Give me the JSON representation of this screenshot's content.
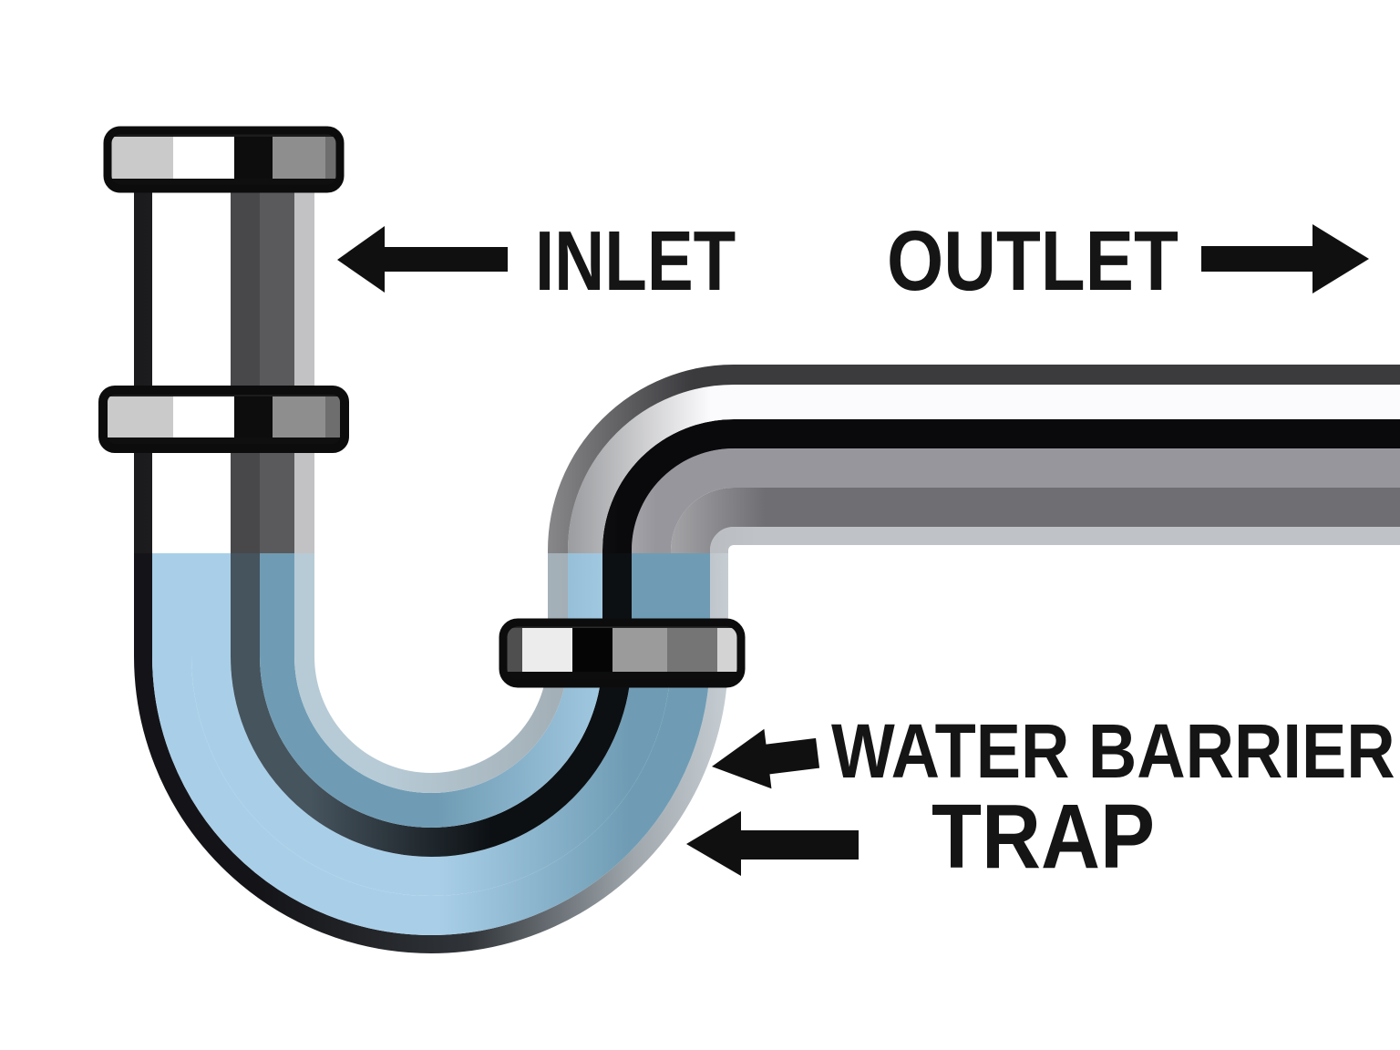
{
  "diagram": {
    "title": "P-trap pipe diagram",
    "labels": {
      "inlet": "INLET",
      "outlet": "OUTLET",
      "water_barrier": "WATER BARRIER",
      "trap": "TRAP"
    },
    "arrows": [
      {
        "name": "inlet-arrow",
        "direction": "left",
        "points_to": "inlet pipe"
      },
      {
        "name": "outlet-arrow",
        "direction": "right",
        "points_to": "outlet flow direction"
      },
      {
        "name": "water-barrier-arrow",
        "direction": "left",
        "points_to": "water held in trap bend"
      },
      {
        "name": "trap-arrow",
        "direction": "left",
        "points_to": "U-shaped trap"
      }
    ],
    "colors": {
      "background": "#ffffff",
      "pipe_outline": "#1b1b1d",
      "pipe_highlight": "#ffffff",
      "pipe_gray": "#939399",
      "pipe_dark_gray": "#6a6a6e",
      "pipe_light_edge": "#b9b9bf",
      "water_light_blue": "#a9cfe8",
      "water_steel_blue": "#6f9cb4",
      "label_color": "#151515",
      "arrow_color": "#101010"
    },
    "water_level_note": "water fills trap up to a level line on both legs"
  }
}
